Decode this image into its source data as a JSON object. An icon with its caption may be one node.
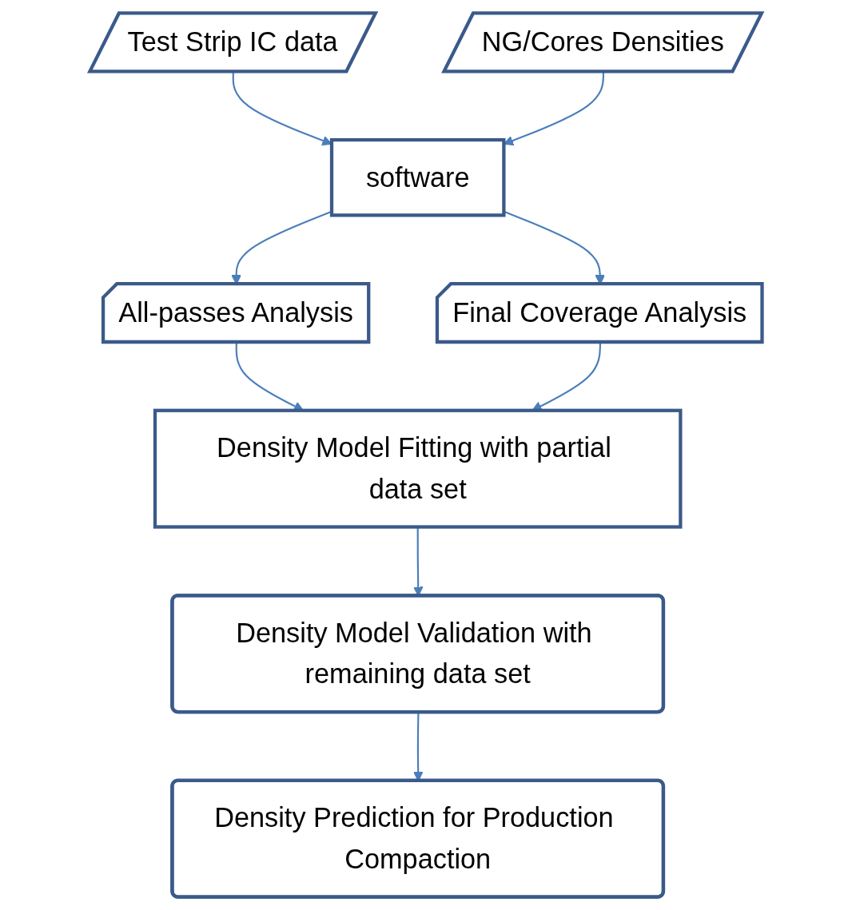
{
  "diagram": {
    "nodes": [
      {
        "text": [
          "Test Strip IC data"
        ]
      },
      {
        "text": [
          "NG/Cores Densities"
        ]
      },
      {
        "text": [
          "software"
        ]
      },
      {
        "text": [
          "All-passes Analysis"
        ]
      },
      {
        "text": [
          "Final Coverage Analysis"
        ]
      },
      {
        "text": [
          "Density Model Fitting with partial data set"
        ]
      },
      {
        "text": [
          "Density Model Validation with remaining data set"
        ]
      },
      {
        "text": [
          "Density Prediction for Production Compaction"
        ]
      }
    ],
    "edges": [
      {
        "from": 0,
        "to": 2,
        "arrow": "to"
      },
      {
        "from": 1,
        "to": 2,
        "arrow": "to"
      },
      {
        "from": 2,
        "to": 3,
        "arrow": "to"
      },
      {
        "from": 2,
        "to": 4,
        "arrow": "to"
      },
      {
        "from": 3,
        "to": 5,
        "arrow": "to"
      },
      {
        "from": 4,
        "to": 5,
        "arrow": "to"
      },
      {
        "from": 5,
        "to": 6,
        "arrow": "to"
      },
      {
        "from": 6,
        "to": 7,
        "arrow": "to"
      }
    ]
  }
}
